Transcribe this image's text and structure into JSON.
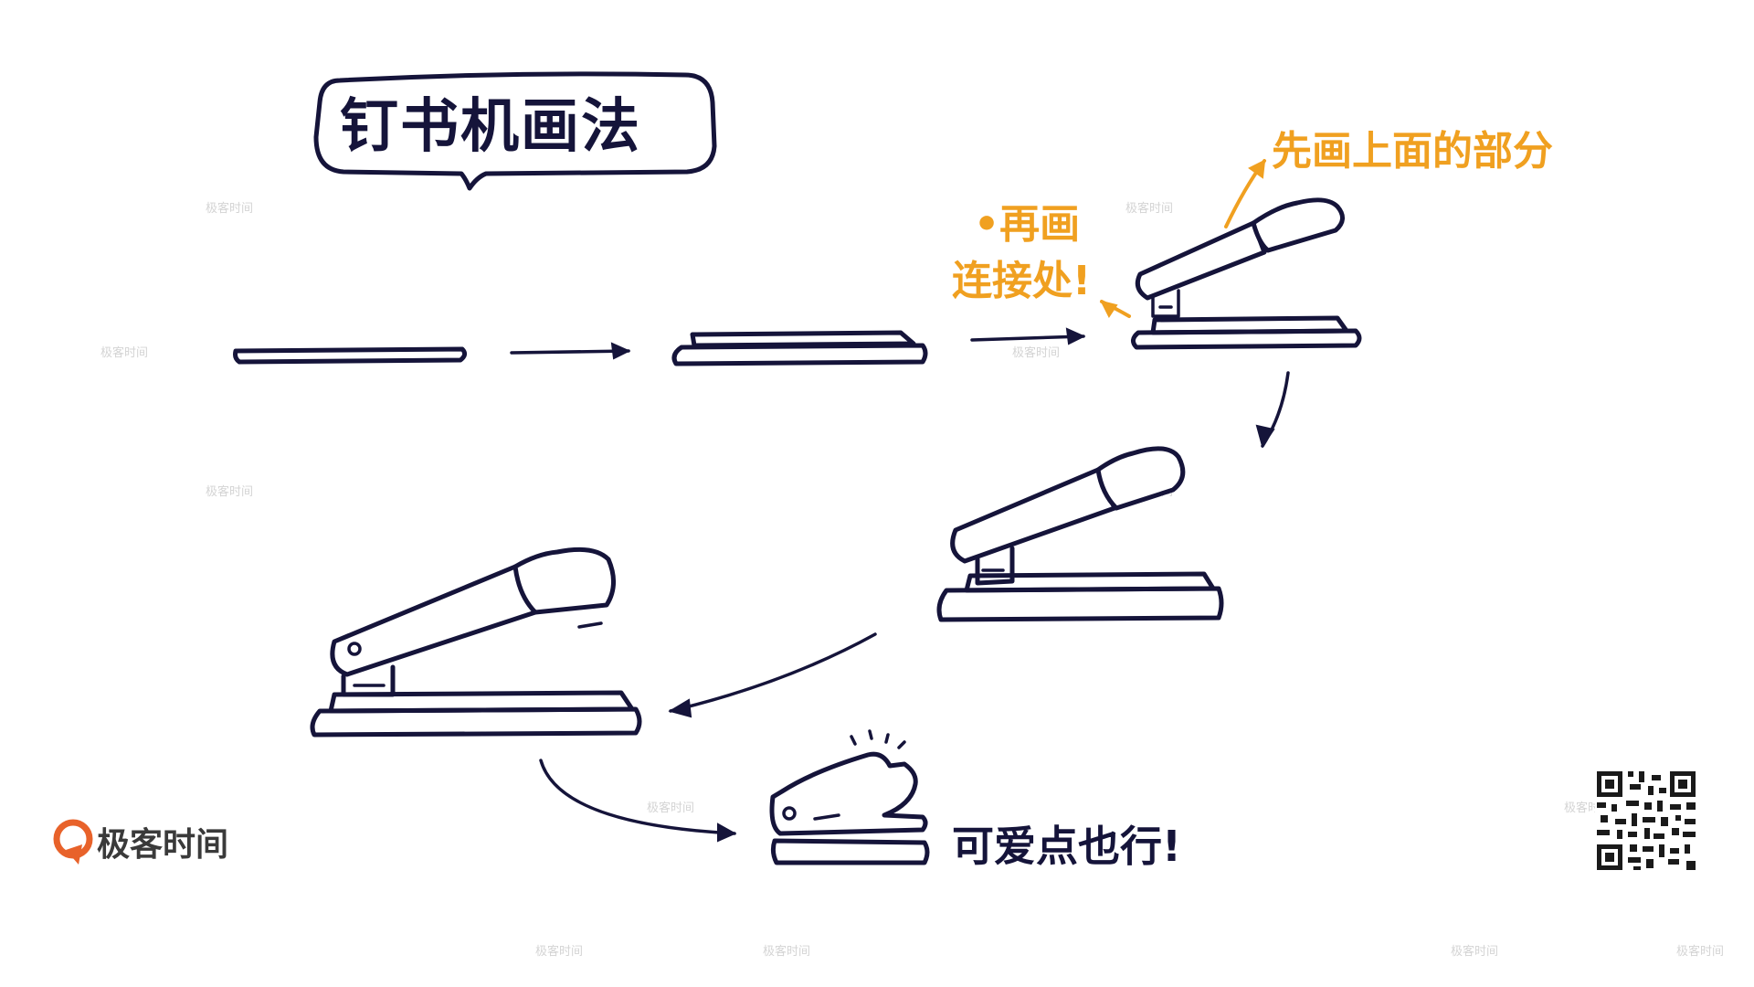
{
  "title": "钉书机画法",
  "annotations": {
    "top_part": "先画上面的部分",
    "joint_line1": "•再画",
    "joint_line2": "连接处!",
    "cute": "可爱点也行!"
  },
  "branding": {
    "logo_text": "极客时间",
    "watermark": "极客时间"
  },
  "colors": {
    "ink": "#15143a",
    "accent": "#f0a020",
    "logo_orange": "#e8622a"
  }
}
